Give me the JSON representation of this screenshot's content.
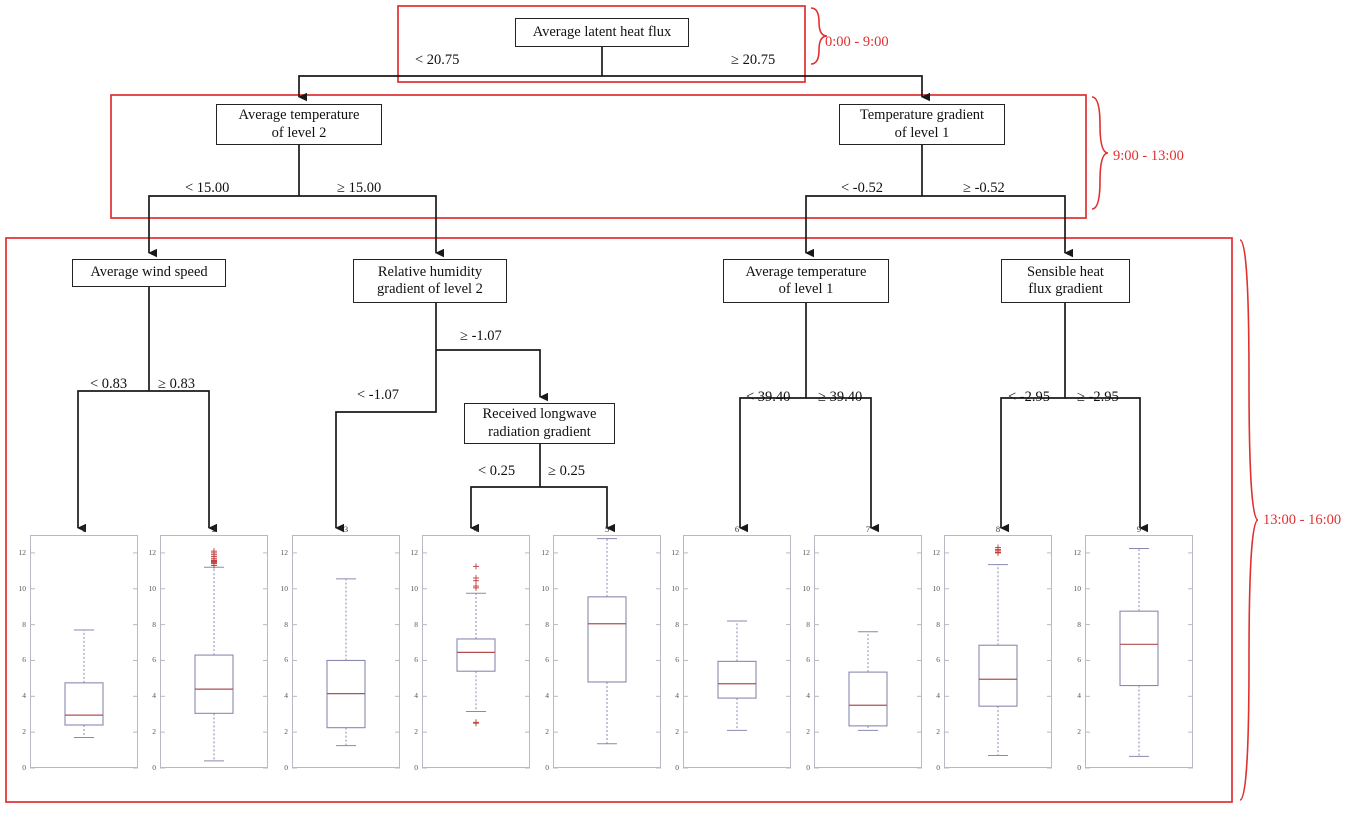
{
  "figure": {
    "type": "decision-tree-with-boxplots",
    "description": "Regression/classification tree for evapotranspiration with terminal-node boxplots"
  },
  "periods": [
    {
      "id": "p1",
      "label": "0:00 - 9:00"
    },
    {
      "id": "p2",
      "label": "9:00 - 13:00"
    },
    {
      "id": "p3",
      "label": "13:00 - 16:00"
    }
  ],
  "nodes": [
    {
      "id": "n0",
      "label": "Average latent heat flux",
      "lines": [
        "Average latent heat flux"
      ],
      "level": 1
    },
    {
      "id": "n1",
      "label": "Average temperature of  level 2",
      "lines": [
        "Average temperature",
        "of  level 2"
      ],
      "level": 2
    },
    {
      "id": "n2",
      "label": "Temperature gradient of level 1",
      "lines": [
        "Temperature gradient",
        "of level 1"
      ],
      "level": 2
    },
    {
      "id": "n3",
      "label": "Average wind speed",
      "lines": [
        "Average wind speed"
      ],
      "level": 3
    },
    {
      "id": "n4",
      "label": "Relative humidity gradient of  level 2",
      "lines": [
        "Relative humidity",
        "gradient of  level 2"
      ],
      "level": 3
    },
    {
      "id": "n5",
      "label": "Received longwave radiation gradient",
      "lines": [
        "Received longwave",
        "radiation gradient"
      ],
      "level": 4
    },
    {
      "id": "n6",
      "label": "Average temperature of  level 1",
      "lines": [
        "Average temperature",
        "of  level 1"
      ],
      "level": 3
    },
    {
      "id": "n7",
      "label": "Sensible heat flux gradient",
      "lines": [
        "Sensible heat",
        "flux gradient"
      ],
      "level": 3
    }
  ],
  "edge_labels": [
    {
      "id": "e0l",
      "text": "< 20.75",
      "from": "n0",
      "branch": "left"
    },
    {
      "id": "e0r",
      "text": "≥ 20.75",
      "from": "n0",
      "branch": "right"
    },
    {
      "id": "e1l",
      "text": "< 15.00",
      "from": "n1",
      "branch": "left"
    },
    {
      "id": "e1r",
      "text": "≥ 15.00",
      "from": "n1",
      "branch": "right"
    },
    {
      "id": "e2l",
      "text": "< -0.52",
      "from": "n2",
      "branch": "left"
    },
    {
      "id": "e2r",
      "text": "≥ -0.52",
      "from": "n2",
      "branch": "right"
    },
    {
      "id": "e3l",
      "text": "< 0.83",
      "from": "n3",
      "branch": "left"
    },
    {
      "id": "e3r",
      "text": "≥ 0.83",
      "from": "n3",
      "branch": "right"
    },
    {
      "id": "e4l",
      "text": "< -1.07",
      "from": "n4",
      "branch": "left"
    },
    {
      "id": "e4r",
      "text": "≥ -1.07",
      "from": "n4",
      "branch": "right"
    },
    {
      "id": "e5l",
      "text": "< 0.25",
      "from": "n5",
      "branch": "left"
    },
    {
      "id": "e5r",
      "text": "≥ 0.25",
      "from": "n5",
      "branch": "right"
    },
    {
      "id": "e6l",
      "text": "< 39.40",
      "from": "n6",
      "branch": "left"
    },
    {
      "id": "e6r",
      "text": "≥ 39.40",
      "from": "n6",
      "branch": "right"
    },
    {
      "id": "e7l",
      "text": "< -2.95",
      "from": "n7",
      "branch": "left"
    },
    {
      "id": "e7r",
      "text": "≥ -2.95",
      "from": "n7",
      "branch": "right"
    }
  ],
  "chart_data": {
    "type": "boxplot",
    "title": "",
    "xlabel": "",
    "ylabel": "",
    "ylim": [
      0,
      13
    ],
    "yticks": [
      0,
      2,
      4,
      6,
      8,
      10,
      12
    ],
    "grid": false,
    "panels": [
      {
        "name": "1",
        "median": 2.95,
        "q1": 2.4,
        "q3": 4.75,
        "whisker_low": 1.7,
        "whisker_high": 7.7,
        "outliers": []
      },
      {
        "name": "2",
        "median": 4.4,
        "q1": 3.05,
        "q3": 6.3,
        "whisker_low": 0.4,
        "whisker_high": 11.2,
        "outliers": [
          11.3,
          11.4,
          11.45,
          11.5,
          11.55,
          11.6,
          11.7,
          11.8,
          11.9,
          12.0,
          12.1
        ]
      },
      {
        "name": "3",
        "median": 4.15,
        "q1": 2.25,
        "q3": 6.0,
        "whisker_low": 1.25,
        "whisker_high": 10.55,
        "outliers": []
      },
      {
        "name": "4",
        "median": 6.45,
        "q1": 5.4,
        "q3": 7.2,
        "whisker_low": 3.15,
        "whisker_high": 9.75,
        "outliers": [
          2.5,
          2.55,
          10.05,
          10.15,
          10.45,
          10.6,
          11.25
        ]
      },
      {
        "name": "5",
        "median": 8.05,
        "q1": 4.8,
        "q3": 9.55,
        "whisker_low": 1.35,
        "whisker_high": 12.8,
        "outliers": []
      },
      {
        "name": "6",
        "median": 4.7,
        "q1": 3.9,
        "q3": 5.95,
        "whisker_low": 2.1,
        "whisker_high": 8.2,
        "outliers": []
      },
      {
        "name": "7",
        "median": 3.5,
        "q1": 2.35,
        "q3": 5.35,
        "whisker_low": 2.1,
        "whisker_high": 7.6,
        "outliers": []
      },
      {
        "name": "8",
        "median": 4.95,
        "q1": 3.45,
        "q3": 6.85,
        "whisker_low": 0.7,
        "whisker_high": 11.35,
        "outliers": [
          12.0,
          12.05,
          12.15,
          12.2,
          12.3
        ]
      },
      {
        "name": "9",
        "median": 6.9,
        "q1": 4.6,
        "q3": 8.75,
        "whisker_low": 0.65,
        "whisker_high": 12.25,
        "outliers": []
      }
    ]
  },
  "colors": {
    "period_red": "#e03030",
    "node_border": "#232323",
    "edge_line": "#1a1a1a",
    "box_outline": "#8a8ab0",
    "median_red": "#b05050",
    "outlier_red": "#c03a3a",
    "panel_border": "#b9b9c6"
  }
}
